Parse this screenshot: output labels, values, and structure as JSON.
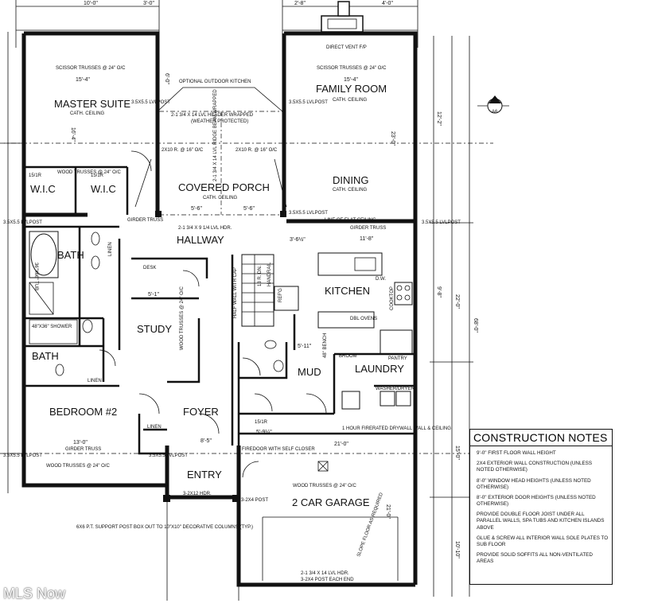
{
  "rooms": {
    "master_suite": "MASTER SUITE",
    "master_ceiling": "CATH. CEILING",
    "family_room": "FAMILY ROOM",
    "family_ceiling": "CATH. CEILING",
    "covered_porch": "COVERED PORCH",
    "porch_ceiling": "CATH. CEILING",
    "dining": "DINING",
    "dining_ceiling": "CATH. CEILING",
    "wic_1": "W.I.C",
    "wic_2": "W.I.C",
    "hallway": "HALLWAY",
    "bath_1": "BATH",
    "kitchen": "KITCHEN",
    "study": "STUDY",
    "bath_2": "BATH",
    "mud": "MUD",
    "laundry": "LAUNDRY",
    "bedroom_2": "BEDROOM #2",
    "foyer": "FOYER",
    "entry": "ENTRY",
    "garage": "2 CAR GARAGE"
  },
  "labels": {
    "direct_vent": "DIRECT VENT F/P",
    "scissor_trusses_1": "SCISSOR TRUSSES @ 24\" O/C",
    "scissor_trusses_2": "SCISSOR TRUSSES @ 24\" O/C",
    "optional_kitchen": "OPTIONAL OUTDOOR KITCHEN",
    "header_wrapped": "2-1 3/4 X 14 LVL HEADER WRAPPED",
    "weather_protected": "(WEATHER PROTECTED)",
    "rafters_1": "2X10 R. @ 16\" O/C",
    "rafters_2": "2X10 R. @ 16\" O/C",
    "ridge_beam": "2-1 3/4 X 14 LVL RIDGE BEAM WRAPPED",
    "lvl_post_1": "3.5X5.5 LVLPOST",
    "lvl_post_2": "3.5X5.5 LVLPOST",
    "lvl_post_3": "3.5X5.5 LVLPOST",
    "lvl_post_4": "3.5X5.5 LVLPOST",
    "lvl_post_5": "3.5X5.5 LVLPOST",
    "lvl_post_6": "3.5X5.5 LVLPOST",
    "lvl_post_7": "3.5X5.5 LVLPOST",
    "lvl_hdr": "2-1 3/4 X 9 1/4 LVL HDR.",
    "girder_truss_1": "GIRDER TRUSS",
    "girder_truss_2": "GIRDER TRUSS",
    "girder_truss_3": "GIRDER TRUSS",
    "flat_ceiling": "LINE OF FLAT CEILING",
    "desk": "DESK",
    "linen_1": "LINEN",
    "linen_2": "LINEN",
    "linen_3": "LINEN",
    "tub": "36\"X66\" TUB",
    "shower": "48\"X36\" SHOWER",
    "half_wall": "HALF WALL WITH CAP",
    "handrail": "HANDRAIL",
    "stairs_down": "13 R. DN.",
    "refg": "REF'G",
    "dw": "D.W.",
    "cooktop": "COOKTOP",
    "dbl_ovens": "DBL OVENS",
    "pantry": "PANTRY",
    "broom": "BROOM",
    "bench": "48\" BENCH",
    "washer_dryer": "WASHER/DRYER",
    "wood_trusses_1": "WOOD TRUSSES @ 24\" O/C",
    "wood_trusses_2": "WOOD TRUSSES @ 24\" O/C",
    "wood_trusses_3": "WOOD TRUSSES @ 24\" O/C",
    "firedoor": "FIREDOOR WITH SELF CLOSER",
    "fire_wall": "1 HOUR FIRERATED DRYWALL WALL & CEILING",
    "hdr_2x12": "3-2X12 HDR.",
    "post_2x4": "3-2X4 POST",
    "support_post": "6X6 P.T. SUPPORT POST BOX OUT TO 10\"X10\" DECORATIVE COLUMNS (TYP.)",
    "slope_floor": "SLOPE FLOOR AS REQUIRED",
    "garage_hdr": "2-1 3/4 X 14 LVL HDR.",
    "garage_post": "3-2X4 POST EACH END",
    "section_mark": "A6"
  },
  "dims": {
    "d_15_4_a": "15'-4\"",
    "d_15_4_b": "15'-4\"",
    "d_16_4": "16'-4\"",
    "d_23_0": "23'-0\"",
    "d_22_0": "22'-0\"",
    "d_68_0": "68'-0\"",
    "d_15_0": "15'-0\"",
    "d_10_10": "10'-10\"",
    "d_21_0_a": "21'-0\"",
    "d_21_0_b": "21'-0\"",
    "d_11_8": "11'-8\"",
    "d_13_0": "13'-0\"",
    "d_12_2": "12'-2\"",
    "d_9_8": "9'-8\"",
    "d_6_0": "6'-0\"",
    "d_5_6": "5'-6\"",
    "d_8_5": "8'-5\"",
    "d_5_11": "5'-11\"",
    "d_5_1": "5'-1\"",
    "d_3_6": "3'-6½\"",
    "d_5_9": "5'-9¼\"",
    "d_10_0": "10'-0\"",
    "d_3_0": "3'-0\"",
    "d_2_8": "2'-8\"",
    "d_4_0": "4'-0\"",
    "d_15_1r_a": "15/1R",
    "d_15_1r_b": "15/1R",
    "d_15_1r_c": "15/1R"
  },
  "notes": {
    "title": "CONSTRUCTION NOTES",
    "items": [
      "9'-0\" FIRST FLOOR WALL HEIGHT",
      "2X4 EXTERIOR WALL CONSTRUCTION (UNLESS NOTED OTHERWISE)",
      "8'-0\" WINDOW HEAD HEIGHTS (UNLESS NOTED OTHERWISE)",
      "8'-0\" EXTERIOR DOOR HEIGHTS (UNLESS NOTED OTHERWISE)",
      "PROVIDE DOUBLE FLOOR JOIST UNDER ALL PARALLEL WALLS, SPA TUBS AND KITCHEN ISLANDS ABOVE",
      "GLUE & SCREW ALL INTERIOR WALL SOLE PLATES TO SUB FLOOR",
      "PROVIDE SOLID SOFFITS ALL NON-VENTILATED AREAS"
    ]
  },
  "watermark": "MLS Now"
}
